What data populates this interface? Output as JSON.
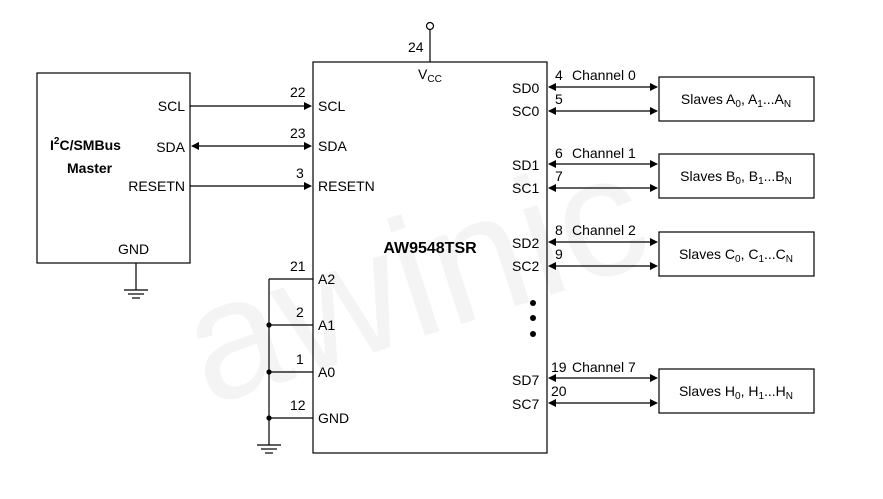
{
  "watermark": "awinic",
  "master": {
    "title_sup": "2",
    "title_pre": "I",
    "title_post": "C/SMBus",
    "title_line2": "Master",
    "pins": {
      "scl": "SCL",
      "sda": "SDA",
      "resetn": "RESETN",
      "gnd": "GND"
    }
  },
  "chip": {
    "name": "AW9548TSR",
    "vcc_main": "V",
    "vcc_sub": "CC",
    "vcc_pin": "24",
    "left_pins": [
      {
        "label": "SCL",
        "num": "22"
      },
      {
        "label": "SDA",
        "num": "23"
      },
      {
        "label": "RESETN",
        "num": "3"
      },
      {
        "label": "A2",
        "num": "21"
      },
      {
        "label": "A1",
        "num": "2"
      },
      {
        "label": "A0",
        "num": "1"
      },
      {
        "label": "GND",
        "num": "12"
      }
    ],
    "channels": [
      {
        "sd": "SD0",
        "sc": "SC0",
        "sd_num": "4",
        "sc_num": "5",
        "name": "Channel 0",
        "slave_pre": "Slaves A",
        "s0": "0",
        "mid": ", A",
        "s1": "1",
        "dots": "...A",
        "sn": "N"
      },
      {
        "sd": "SD1",
        "sc": "SC1",
        "sd_num": "6",
        "sc_num": "7",
        "name": "Channel 1",
        "slave_pre": "Slaves B",
        "s0": "0",
        "mid": ", B",
        "s1": "1",
        "dots": "...B",
        "sn": "N"
      },
      {
        "sd": "SD2",
        "sc": "SC2",
        "sd_num": "8",
        "sc_num": "9",
        "name": "Channel 2",
        "slave_pre": "Slaves C",
        "s0": "0",
        "mid": ", C",
        "s1": "1",
        "dots": "...C",
        "sn": "N"
      },
      {
        "sd": "SD7",
        "sc": "SC7",
        "sd_num": "19",
        "sc_num": "20",
        "name": "Channel 7",
        "slave_pre": "Slaves H",
        "s0": "0",
        "mid": ", H",
        "s1": "1",
        "dots": "...H",
        "sn": "N"
      }
    ]
  }
}
